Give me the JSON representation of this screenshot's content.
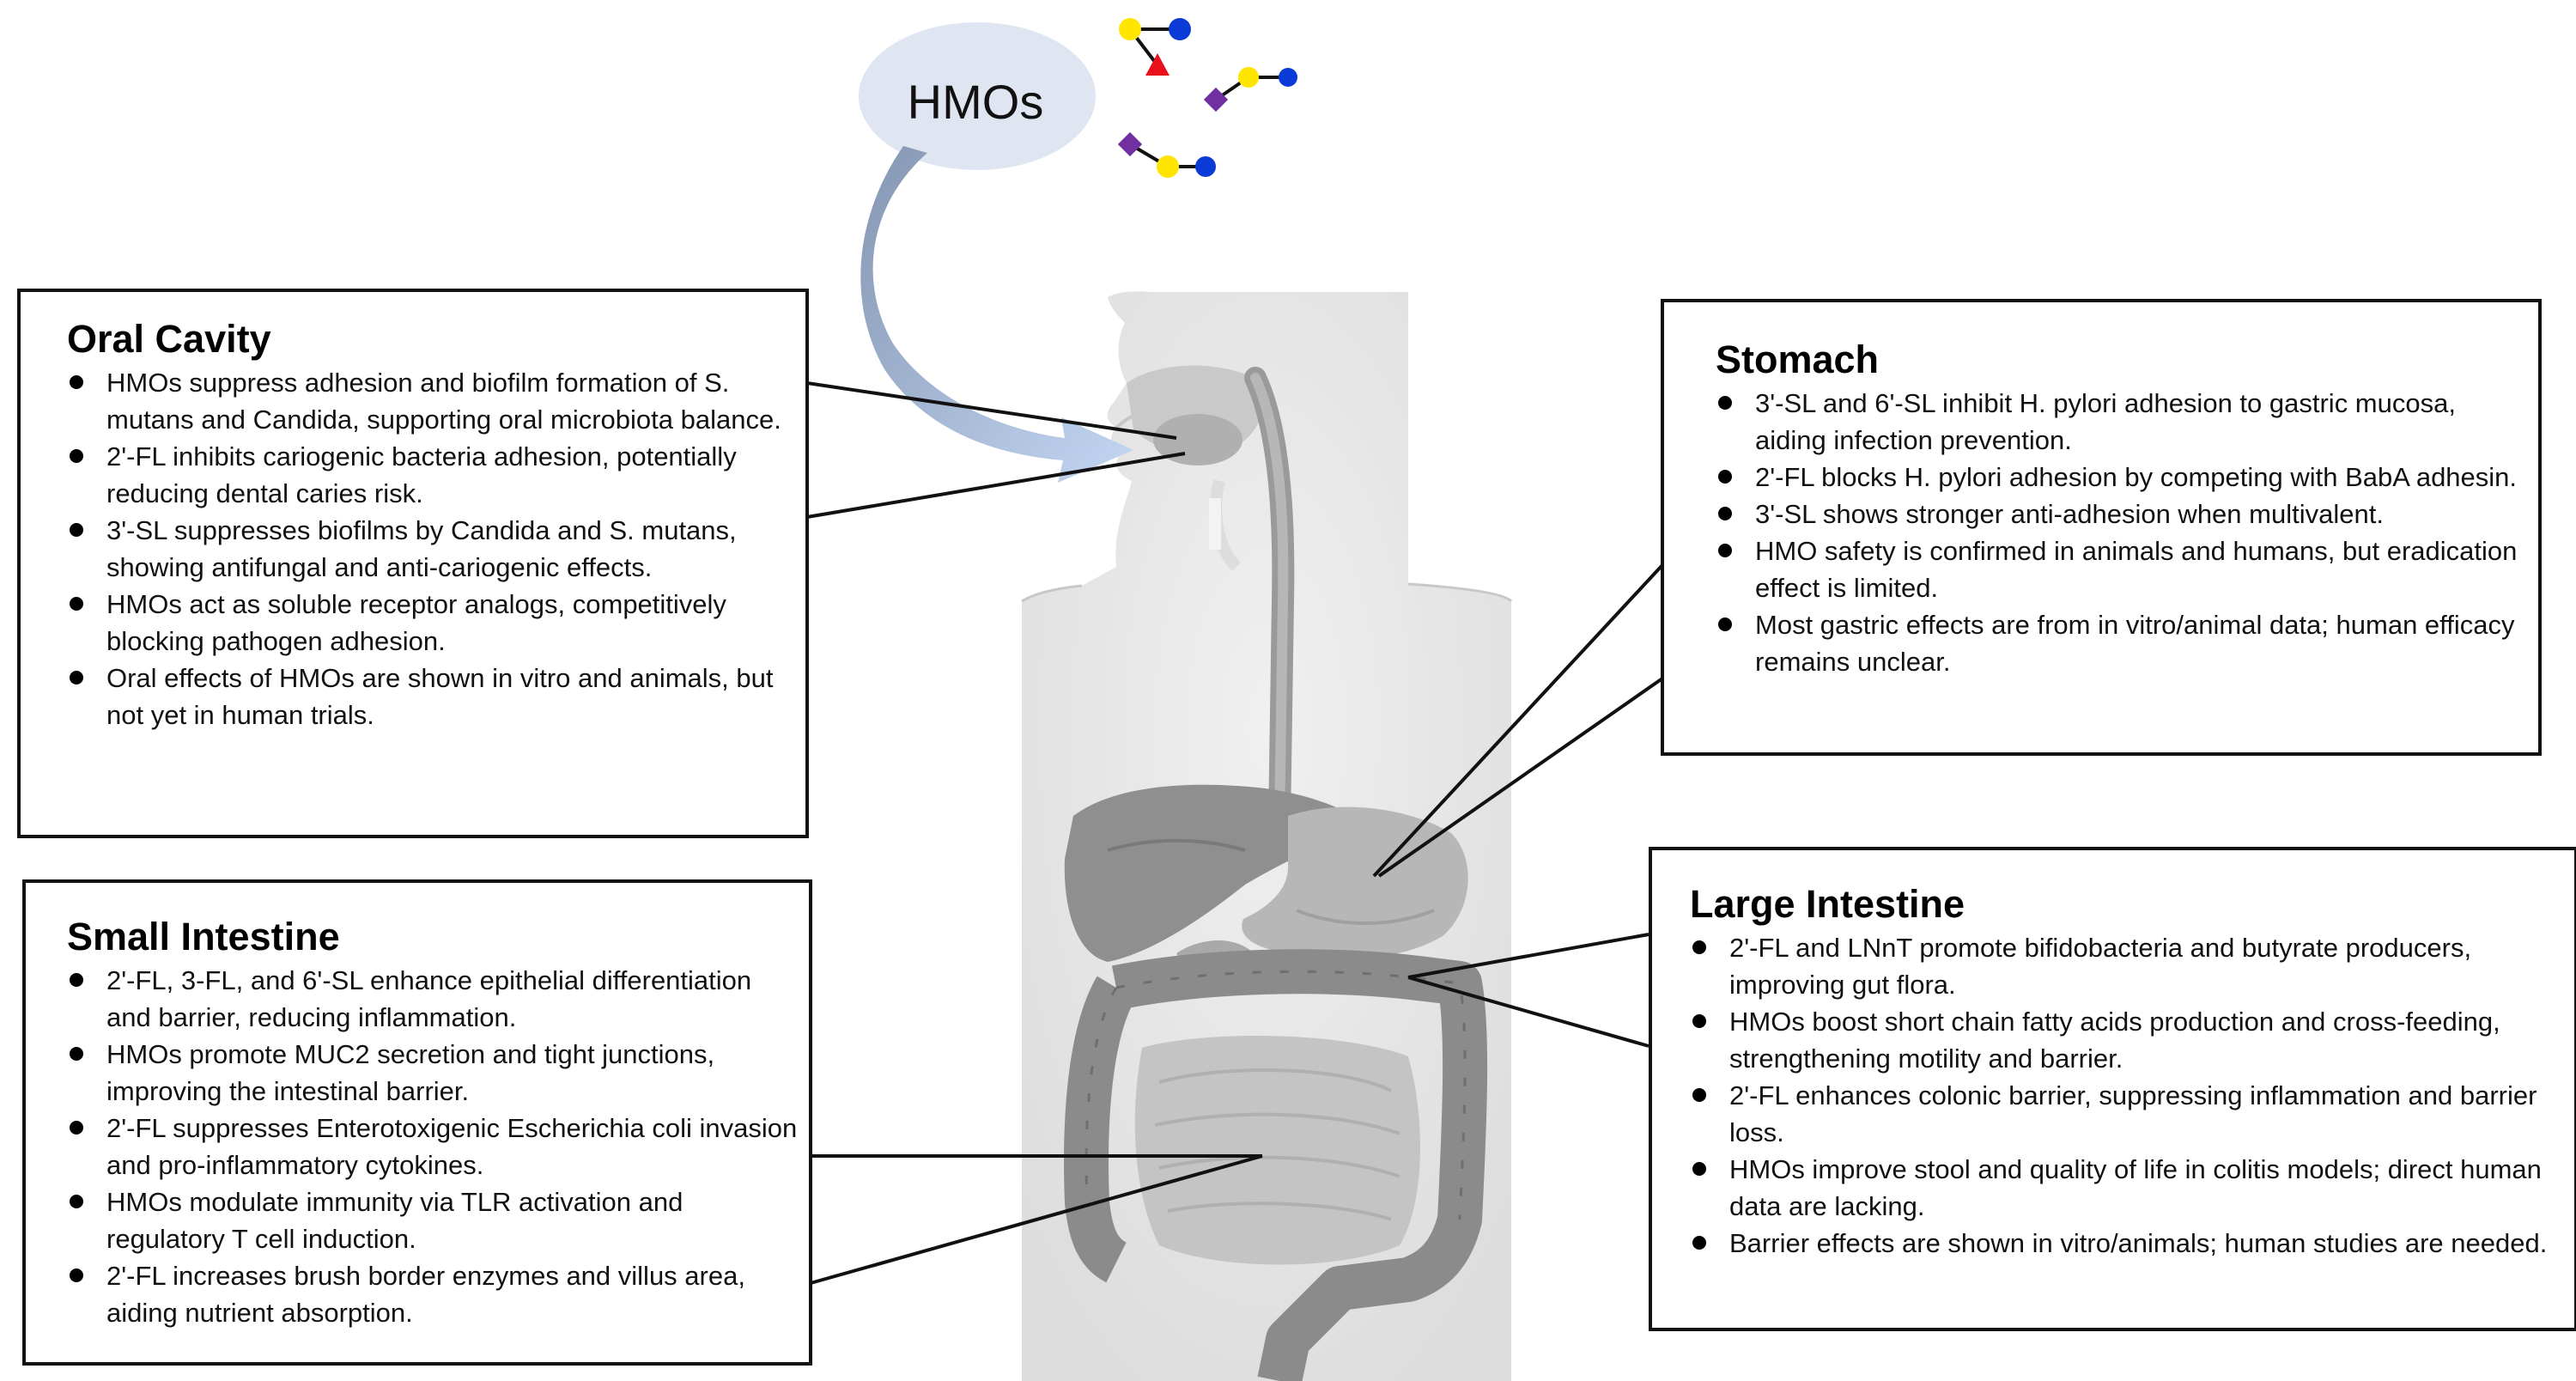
{
  "hmos_label": "HMOs",
  "boxes": {
    "oral": {
      "title": "Oral Cavity",
      "items": [
        "HMOs suppress adhesion and biofilm formation of S. mutans and Candida, supporting oral microbiota balance.",
        "2'-FL inhibits cariogenic bacteria adhesion, potentially reducing dental caries risk.",
        "3'-SL suppresses biofilms by Candida and S. mutans, showing antifungal and anti-cariogenic effects.",
        "HMOs act as soluble receptor analogs, competitively blocking pathogen adhesion.",
        "Oral effects of HMOs are shown in vitro and animals, but not yet in human trials."
      ]
    },
    "small": {
      "title": "Small Intestine",
      "items": [
        "2'-FL, 3-FL, and 6'-SL enhance epithelial differentiation and barrier, reducing inflammation.",
        "HMOs promote MUC2 secretion and tight junctions, improving the intestinal barrier.",
        "2'-FL suppresses Enterotoxigenic Escherichia coli invasion and pro-inflammatory cytokines.",
        "HMOs modulate immunity via TLR activation and regulatory T cell induction.",
        "2'-FL increases brush border enzymes and villus area, aiding nutrient absorption."
      ]
    },
    "stomach": {
      "title": "Stomach",
      "items": [
        "3'-SL and 6'-SL inhibit H. pylori adhesion to gastric mucosa, aiding infection prevention.",
        "2'-FL blocks H. pylori adhesion by competing with BabA adhesin.",
        "3'-SL shows stronger anti-adhesion when multivalent.",
        "HMO safety is confirmed in animals and humans, but eradication effect is limited.",
        "Most gastric effects are from in vitro/animal data; human efficacy remains unclear."
      ]
    },
    "large": {
      "title": "Large Intestine",
      "items": [
        "2'-FL and LNnT promote bifidobacteria and butyrate producers, improving gut flora.",
        "HMOs boost short chain fatty acids production and cross-feeding, strengthening motility and barrier.",
        "2'-FL enhances colonic barrier, suppressing inflammation and barrier loss.",
        "HMOs improve stool and quality of life in colitis models; direct human data are lacking.",
        "Barrier effects are shown in vitro/animals; human studies are needed."
      ]
    }
  },
  "colors": {
    "hmo_bubble": "#dfe6f2",
    "arrow_start": "#8c9cb6",
    "arrow_end": "#bcd0f0",
    "galactose": "#ffe500",
    "glucose": "#0a3bd6",
    "fucose": "#e8101a",
    "sialic_acid": "#7030a0",
    "body": "#e9e9e9",
    "organ_dark": "#8a8a8a",
    "organ_mid": "#b3b3b3"
  },
  "icons": [
    "galactose-circle-icon",
    "glucose-circle-icon",
    "fucose-triangle-icon",
    "sialic-acid-diamond-icon"
  ]
}
